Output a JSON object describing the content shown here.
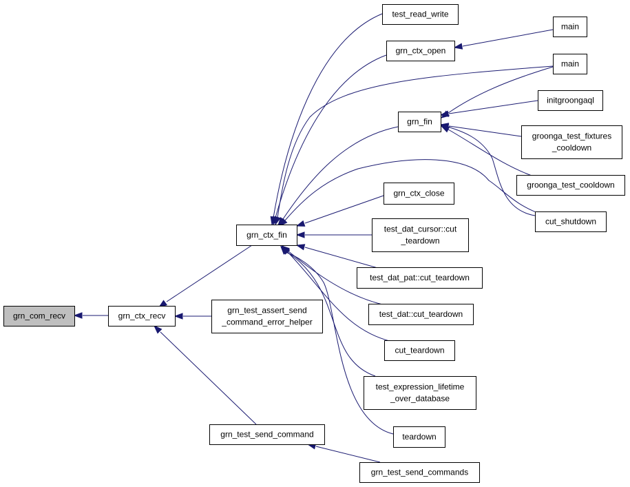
{
  "graph": {
    "edge_color": "#191970",
    "root_fill": "#bfbfbf",
    "nodes": [
      {
        "id": "grn_com_recv",
        "lines": [
          "grn_com_recv"
        ],
        "root": true
      },
      {
        "id": "grn_ctx_recv",
        "lines": [
          "grn_ctx_recv"
        ]
      },
      {
        "id": "grn_ctx_fin",
        "lines": [
          "grn_ctx_fin"
        ]
      },
      {
        "id": "grn_test_assert_send_command_error_helper",
        "lines": [
          "grn_test_assert_send",
          "_command_error_helper"
        ]
      },
      {
        "id": "grn_test_send_command",
        "lines": [
          "grn_test_send_command"
        ]
      },
      {
        "id": "grn_test_send_commands",
        "lines": [
          "grn_test_send_commands"
        ]
      },
      {
        "id": "test_read_write",
        "lines": [
          "test_read_write"
        ]
      },
      {
        "id": "grn_ctx_open",
        "lines": [
          "grn_ctx_open"
        ]
      },
      {
        "id": "main_1",
        "lines": [
          "main"
        ]
      },
      {
        "id": "main_2",
        "lines": [
          "main"
        ]
      },
      {
        "id": "grn_fin",
        "lines": [
          "grn_fin"
        ]
      },
      {
        "id": "initgroongaql",
        "lines": [
          "initgroongaql"
        ]
      },
      {
        "id": "groonga_test_fixtures_cooldown",
        "lines": [
          "groonga_test_fixtures",
          "_cooldown"
        ]
      },
      {
        "id": "groonga_test_cooldown",
        "lines": [
          "groonga_test_cooldown"
        ]
      },
      {
        "id": "cut_shutdown",
        "lines": [
          "cut_shutdown"
        ]
      },
      {
        "id": "grn_ctx_close",
        "lines": [
          "grn_ctx_close"
        ]
      },
      {
        "id": "test_dat_cursor_cut_teardown",
        "lines": [
          "test_dat_cursor::cut",
          "_teardown"
        ]
      },
      {
        "id": "test_dat_pat_cut_teardown",
        "lines": [
          "test_dat_pat::cut_teardown"
        ]
      },
      {
        "id": "test_dat_cut_teardown",
        "lines": [
          "test_dat::cut_teardown"
        ]
      },
      {
        "id": "cut_teardown",
        "lines": [
          "cut_teardown"
        ]
      },
      {
        "id": "test_expression_lifetime_over_database",
        "lines": [
          "test_expression_lifetime",
          "_over_database"
        ]
      },
      {
        "id": "teardown",
        "lines": [
          "teardown"
        ]
      }
    ],
    "edges": [
      {
        "from": "grn_ctx_recv",
        "to": "grn_com_recv"
      },
      {
        "from": "grn_ctx_fin",
        "to": "grn_ctx_recv"
      },
      {
        "from": "grn_test_assert_send_command_error_helper",
        "to": "grn_ctx_recv"
      },
      {
        "from": "grn_test_send_command",
        "to": "grn_ctx_recv"
      },
      {
        "from": "grn_test_send_commands",
        "to": "grn_test_send_command"
      },
      {
        "from": "test_read_write",
        "to": "grn_ctx_fin"
      },
      {
        "from": "grn_ctx_open",
        "to": "grn_ctx_fin"
      },
      {
        "from": "main_2",
        "to": "grn_ctx_fin"
      },
      {
        "from": "grn_fin",
        "to": "grn_ctx_fin"
      },
      {
        "from": "cut_shutdown",
        "to": "grn_ctx_fin"
      },
      {
        "from": "grn_ctx_close",
        "to": "grn_ctx_fin"
      },
      {
        "from": "test_dat_cursor_cut_teardown",
        "to": "grn_ctx_fin"
      },
      {
        "from": "test_dat_pat_cut_teardown",
        "to": "grn_ctx_fin"
      },
      {
        "from": "test_dat_cut_teardown",
        "to": "grn_ctx_fin"
      },
      {
        "from": "cut_teardown",
        "to": "grn_ctx_fin"
      },
      {
        "from": "test_expression_lifetime_over_database",
        "to": "grn_ctx_fin"
      },
      {
        "from": "teardown",
        "to": "grn_ctx_fin"
      },
      {
        "from": "main_1",
        "to": "grn_ctx_open"
      },
      {
        "from": "main_2",
        "to": "grn_fin"
      },
      {
        "from": "initgroongaql",
        "to": "grn_fin"
      },
      {
        "from": "groonga_test_fixtures_cooldown",
        "to": "grn_fin"
      },
      {
        "from": "groonga_test_cooldown",
        "to": "grn_fin"
      },
      {
        "from": "cut_shutdown",
        "to": "grn_fin"
      }
    ]
  }
}
